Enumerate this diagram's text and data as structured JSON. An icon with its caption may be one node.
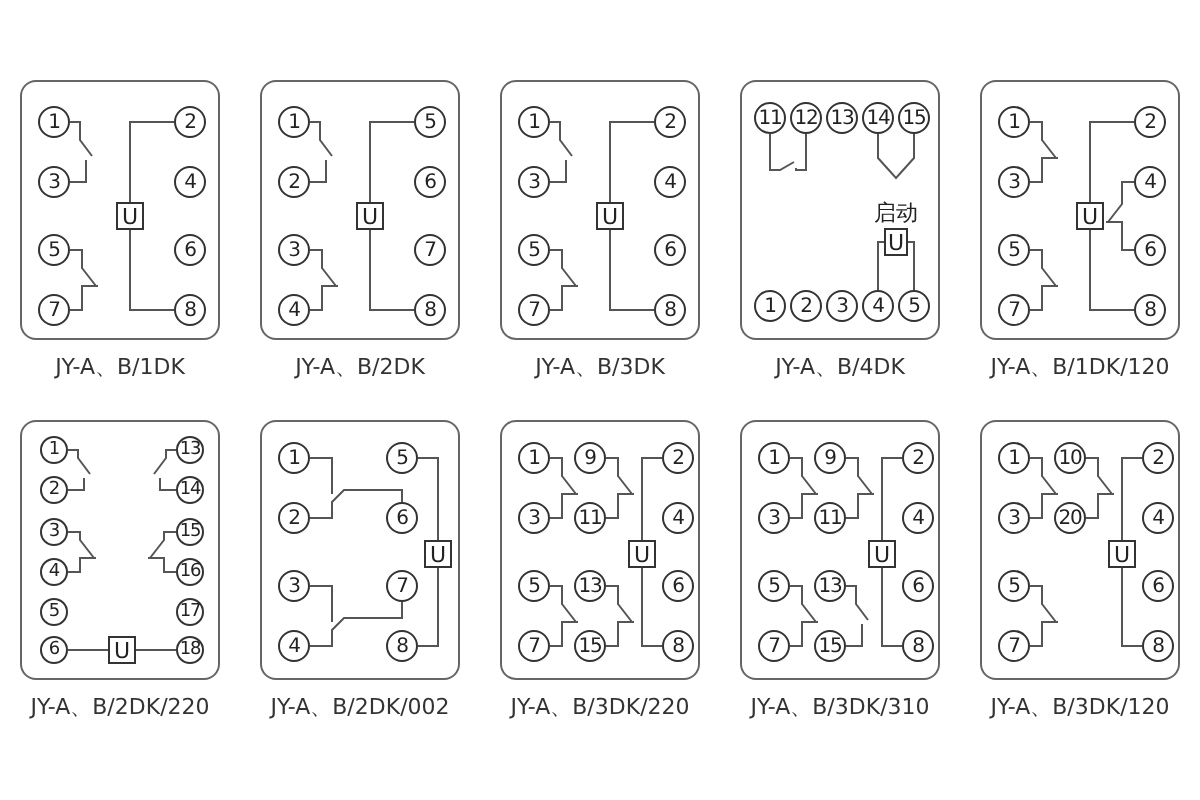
{
  "diagram": {
    "nodes": [
      {
        "text": [],
        "shape": "box",
        "beside": [
          "JY-A、B/1DK"
        ]
      },
      {
        "text": [
          "1"
        ],
        "in": 0
      },
      {
        "text": [
          "2"
        ],
        "in": 0
      },
      {
        "text": [
          "3"
        ],
        "in": 0
      },
      {
        "text": [
          "4"
        ],
        "in": 0
      },
      {
        "text": [
          "U"
        ],
        "in": 0
      },
      {
        "text": [
          "5"
        ],
        "in": 0
      },
      {
        "text": [
          "6"
        ],
        "in": 0
      },
      {
        "text": [
          "7"
        ],
        "in": 0
      },
      {
        "text": [
          "8"
        ],
        "in": 0
      },
      {
        "text": [],
        "shape": "box",
        "beside": [
          "JY-A、B/2DK"
        ]
      },
      {
        "text": [
          "1"
        ],
        "in": 10
      },
      {
        "text": [
          "5"
        ],
        "in": 10
      },
      {
        "text": [
          "2"
        ],
        "in": 10
      },
      {
        "text": [
          "6"
        ],
        "in": 10
      },
      {
        "text": [
          "U"
        ],
        "in": 10
      },
      {
        "text": [
          "3"
        ],
        "in": 10
      },
      {
        "text": [
          "7"
        ],
        "in": 10
      },
      {
        "text": [
          "4"
        ],
        "in": 10
      },
      {
        "text": [
          "8"
        ],
        "in": 10
      },
      {
        "text": [],
        "shape": "box",
        "beside": [
          "JY-A、B/3DK"
        ]
      },
      {
        "text": [
          "1"
        ],
        "in": 20
      },
      {
        "text": [
          "2"
        ],
        "in": 20
      },
      {
        "text": [
          "3"
        ],
        "in": 20
      },
      {
        "text": [
          "4"
        ],
        "in": 20
      },
      {
        "text": [
          "U"
        ],
        "in": 20
      },
      {
        "text": [
          "5"
        ],
        "in": 20
      },
      {
        "text": [
          "6"
        ],
        "in": 20
      },
      {
        "text": [
          "7"
        ],
        "in": 20
      },
      {
        "text": [
          "8"
        ],
        "in": 20
      },
      {
        "text": [],
        "shape": "box",
        "beside": [
          "JY-A、B/4DK"
        ]
      },
      {
        "text": [
          "11"
        ],
        "in": 30
      },
      {
        "text": [
          "12"
        ],
        "in": 30
      },
      {
        "text": [
          "13"
        ],
        "in": 30
      },
      {
        "text": [
          "14"
        ],
        "in": 30
      },
      {
        "text": [
          "15"
        ],
        "in": 30
      },
      {
        "text": [
          "启动",
          "U"
        ],
        "in": 30
      },
      {
        "text": [
          "1"
        ],
        "in": 30
      },
      {
        "text": [
          "2"
        ],
        "in": 30
      },
      {
        "text": [
          "3"
        ],
        "in": 30
      },
      {
        "text": [
          "4"
        ],
        "in": 30
      },
      {
        "text": [
          "5"
        ],
        "in": 30
      },
      {
        "text": [],
        "shape": "box",
        "beside": [
          "JY-A、B/1DK/120"
        ]
      },
      {
        "text": [
          "1"
        ],
        "in": 42
      },
      {
        "text": [
          "2"
        ],
        "in": 42
      },
      {
        "text": [
          "3"
        ],
        "in": 42
      },
      {
        "text": [
          "4"
        ],
        "in": 42
      },
      {
        "text": [
          "U"
        ],
        "in": 42
      },
      {
        "text": [
          "5"
        ],
        "in": 42
      },
      {
        "text": [
          "6"
        ],
        "in": 42
      },
      {
        "text": [
          "7"
        ],
        "in": 42
      },
      {
        "text": [
          "8"
        ],
        "in": 42
      },
      {
        "text": [],
        "shape": "box",
        "beside": [
          "JY-A、B/2DK/220"
        ]
      },
      {
        "text": [
          "1"
        ],
        "in": 52
      },
      {
        "text": [
          "13"
        ],
        "in": 52
      },
      {
        "text": [
          "2"
        ],
        "in": 52
      },
      {
        "text": [
          "14"
        ],
        "in": 52
      },
      {
        "text": [
          "3"
        ],
        "in": 52
      },
      {
        "text": [
          "15"
        ],
        "in": 52
      },
      {
        "text": [
          "4"
        ],
        "in": 52
      },
      {
        "text": [
          "16"
        ],
        "in": 52
      },
      {
        "text": [
          "5"
        ],
        "in": 52
      },
      {
        "text": [
          "17"
        ],
        "in": 52
      },
      {
        "text": [
          "6"
        ],
        "in": 52
      },
      {
        "text": [
          "U"
        ],
        "in": 52
      },
      {
        "text": [
          "18"
        ],
        "in": 52
      },
      {
        "text": [],
        "shape": "box",
        "beside": [
          "JY-A、B/2DK/002"
        ]
      },
      {
        "text": [
          "1"
        ],
        "in": 66
      },
      {
        "text": [
          "5"
        ],
        "in": 66
      },
      {
        "text": [
          "2"
        ],
        "in": 66
      },
      {
        "text": [
          "6"
        ],
        "in": 66
      },
      {
        "text": [
          "U"
        ],
        "in": 66
      },
      {
        "text": [
          "3"
        ],
        "in": 66
      },
      {
        "text": [
          "7"
        ],
        "in": 66
      },
      {
        "text": [
          "4"
        ],
        "in": 66
      },
      {
        "text": [
          "8"
        ],
        "in": 66
      },
      {
        "text": [],
        "shape": "box",
        "beside": [
          "JY-A、B/3DK/220"
        ]
      },
      {
        "text": [
          "1"
        ],
        "in": 76
      },
      {
        "text": [
          "9"
        ],
        "in": 76
      },
      {
        "text": [
          "2"
        ],
        "in": 76
      },
      {
        "text": [
          "3"
        ],
        "in": 76
      },
      {
        "text": [
          "11"
        ],
        "in": 76
      },
      {
        "text": [
          "4"
        ],
        "in": 76
      },
      {
        "text": [
          "U"
        ],
        "in": 76
      },
      {
        "text": [
          "5"
        ],
        "in": 76
      },
      {
        "text": [
          "13"
        ],
        "in": 76
      },
      {
        "text": [
          "6"
        ],
        "in": 76
      },
      {
        "text": [
          "7"
        ],
        "in": 76
      },
      {
        "text": [
          "15"
        ],
        "in": 76
      },
      {
        "text": [
          "8"
        ],
        "in": 76
      },
      {
        "text": [],
        "shape": "box",
        "beside": [
          "JY-A、B/3DK/310"
        ]
      },
      {
        "text": [
          "1"
        ],
        "in": 90
      },
      {
        "text": [
          "9"
        ],
        "in": 90
      },
      {
        "text": [
          "2"
        ],
        "in": 90
      },
      {
        "text": [
          "3"
        ],
        "in": 90
      },
      {
        "text": [
          "11"
        ],
        "in": 90
      },
      {
        "text": [
          "4"
        ],
        "in": 90
      },
      {
        "text": [
          "U"
        ],
        "in": 90
      },
      {
        "text": [
          "5"
        ],
        "in": 90
      },
      {
        "text": [
          "13"
        ],
        "in": 90
      },
      {
        "text": [
          "6"
        ],
        "in": 90
      },
      {
        "text": [
          "7"
        ],
        "in": 90
      },
      {
        "text": [
          "15"
        ],
        "in": 90
      },
      {
        "text": [
          "8"
        ],
        "in": 90
      },
      {
        "text": [],
        "shape": "box",
        "beside": [
          "JY-A、B/3DK/120"
        ]
      },
      {
        "text": [
          "1"
        ],
        "in": 104
      },
      {
        "text": [
          "10"
        ],
        "in": 104
      },
      {
        "text": [
          "2"
        ],
        "in": 104
      },
      {
        "text": [
          "3"
        ],
        "in": 104
      },
      {
        "text": [
          "20"
        ],
        "in": 104
      },
      {
        "text": [
          "4"
        ],
        "in": 104
      },
      {
        "text": [
          "U"
        ],
        "in": 104
      },
      {
        "text": [
          "5"
        ],
        "in": 104
      },
      {
        "text": [
          "6"
        ],
        "in": 104
      },
      {
        "text": [
          "7"
        ],
        "in": 104
      },
      {
        "text": [
          "8"
        ],
        "in": 104
      }
    ],
    "edges": [
      {
        "from": 1,
        "to": 3,
        "arrow": "none"
      },
      {
        "from": 6,
        "to": 8,
        "arrow": "none"
      },
      {
        "from": 2,
        "to": 5,
        "arrow": "none"
      },
      {
        "from": 5,
        "to": 9,
        "arrow": "none"
      },
      {
        "from": 11,
        "to": 13,
        "arrow": "none"
      },
      {
        "from": 16,
        "to": 18,
        "arrow": "none"
      },
      {
        "from": 12,
        "to": 15,
        "arrow": "none"
      },
      {
        "from": 15,
        "to": 19,
        "arrow": "none"
      },
      {
        "from": 21,
        "to": 23,
        "arrow": "none"
      },
      {
        "from": 26,
        "to": 28,
        "arrow": "none"
      },
      {
        "from": 22,
        "to": 25,
        "arrow": "none"
      },
      {
        "from": 25,
        "to": 29,
        "arrow": "none"
      },
      {
        "from": 31,
        "to": 32,
        "arrow": "none"
      },
      {
        "from": 34,
        "to": 35,
        "arrow": "none"
      },
      {
        "from": 40,
        "to": 36,
        "arrow": "none"
      },
      {
        "from": 36,
        "to": 41,
        "arrow": "none"
      },
      {
        "from": 43,
        "to": 45,
        "arrow": "none"
      },
      {
        "from": 46,
        "to": 49,
        "arrow": "none"
      },
      {
        "from": 48,
        "to": 50,
        "arrow": "none"
      },
      {
        "from": 44,
        "to": 47,
        "arrow": "none"
      },
      {
        "from": 47,
        "to": 51,
        "arrow": "none"
      },
      {
        "from": 53,
        "to": 55,
        "arrow": "none"
      },
      {
        "from": 57,
        "to": 59,
        "arrow": "none"
      },
      {
        "from": 54,
        "to": 56,
        "arrow": "none"
      },
      {
        "from": 58,
        "to": 60,
        "arrow": "none"
      },
      {
        "from": 63,
        "to": 64,
        "arrow": "none"
      },
      {
        "from": 64,
        "to": 65,
        "arrow": "none"
      },
      {
        "from": 67,
        "to": 69,
        "arrow": "none"
      },
      {
        "from": 69,
        "to": 70,
        "arrow": "none"
      },
      {
        "from": 72,
        "to": 74,
        "arrow": "none"
      },
      {
        "from": 74,
        "to": 73,
        "arrow": "none"
      },
      {
        "from": 68,
        "to": 71,
        "arrow": "none"
      },
      {
        "from": 71,
        "to": 75,
        "arrow": "none"
      },
      {
        "from": 77,
        "to": 80,
        "arrow": "none"
      },
      {
        "from": 78,
        "to": 81,
        "arrow": "none"
      },
      {
        "from": 84,
        "to": 87,
        "arrow": "none"
      },
      {
        "from": 85,
        "to": 88,
        "arrow": "none"
      },
      {
        "from": 79,
        "to": 83,
        "arrow": "none"
      },
      {
        "from": 83,
        "to": 89,
        "arrow": "none"
      },
      {
        "from": 91,
        "to": 94,
        "arrow": "none"
      },
      {
        "from": 92,
        "to": 95,
        "arrow": "none"
      },
      {
        "from": 98,
        "to": 101,
        "arrow": "none"
      },
      {
        "from": 99,
        "to": 102,
        "arrow": "none"
      },
      {
        "from": 93,
        "to": 97,
        "arrow": "none"
      },
      {
        "from": 97,
        "to": 103,
        "arrow": "none"
      },
      {
        "from": 105,
        "to": 108,
        "arrow": "none"
      },
      {
        "from": 106,
        "to": 109,
        "arrow": "none"
      },
      {
        "from": 112,
        "to": 114,
        "arrow": "none"
      },
      {
        "from": 107,
        "to": 111,
        "arrow": "none"
      },
      {
        "from": 111,
        "to": 115,
        "arrow": "none"
      }
    ]
  }
}
